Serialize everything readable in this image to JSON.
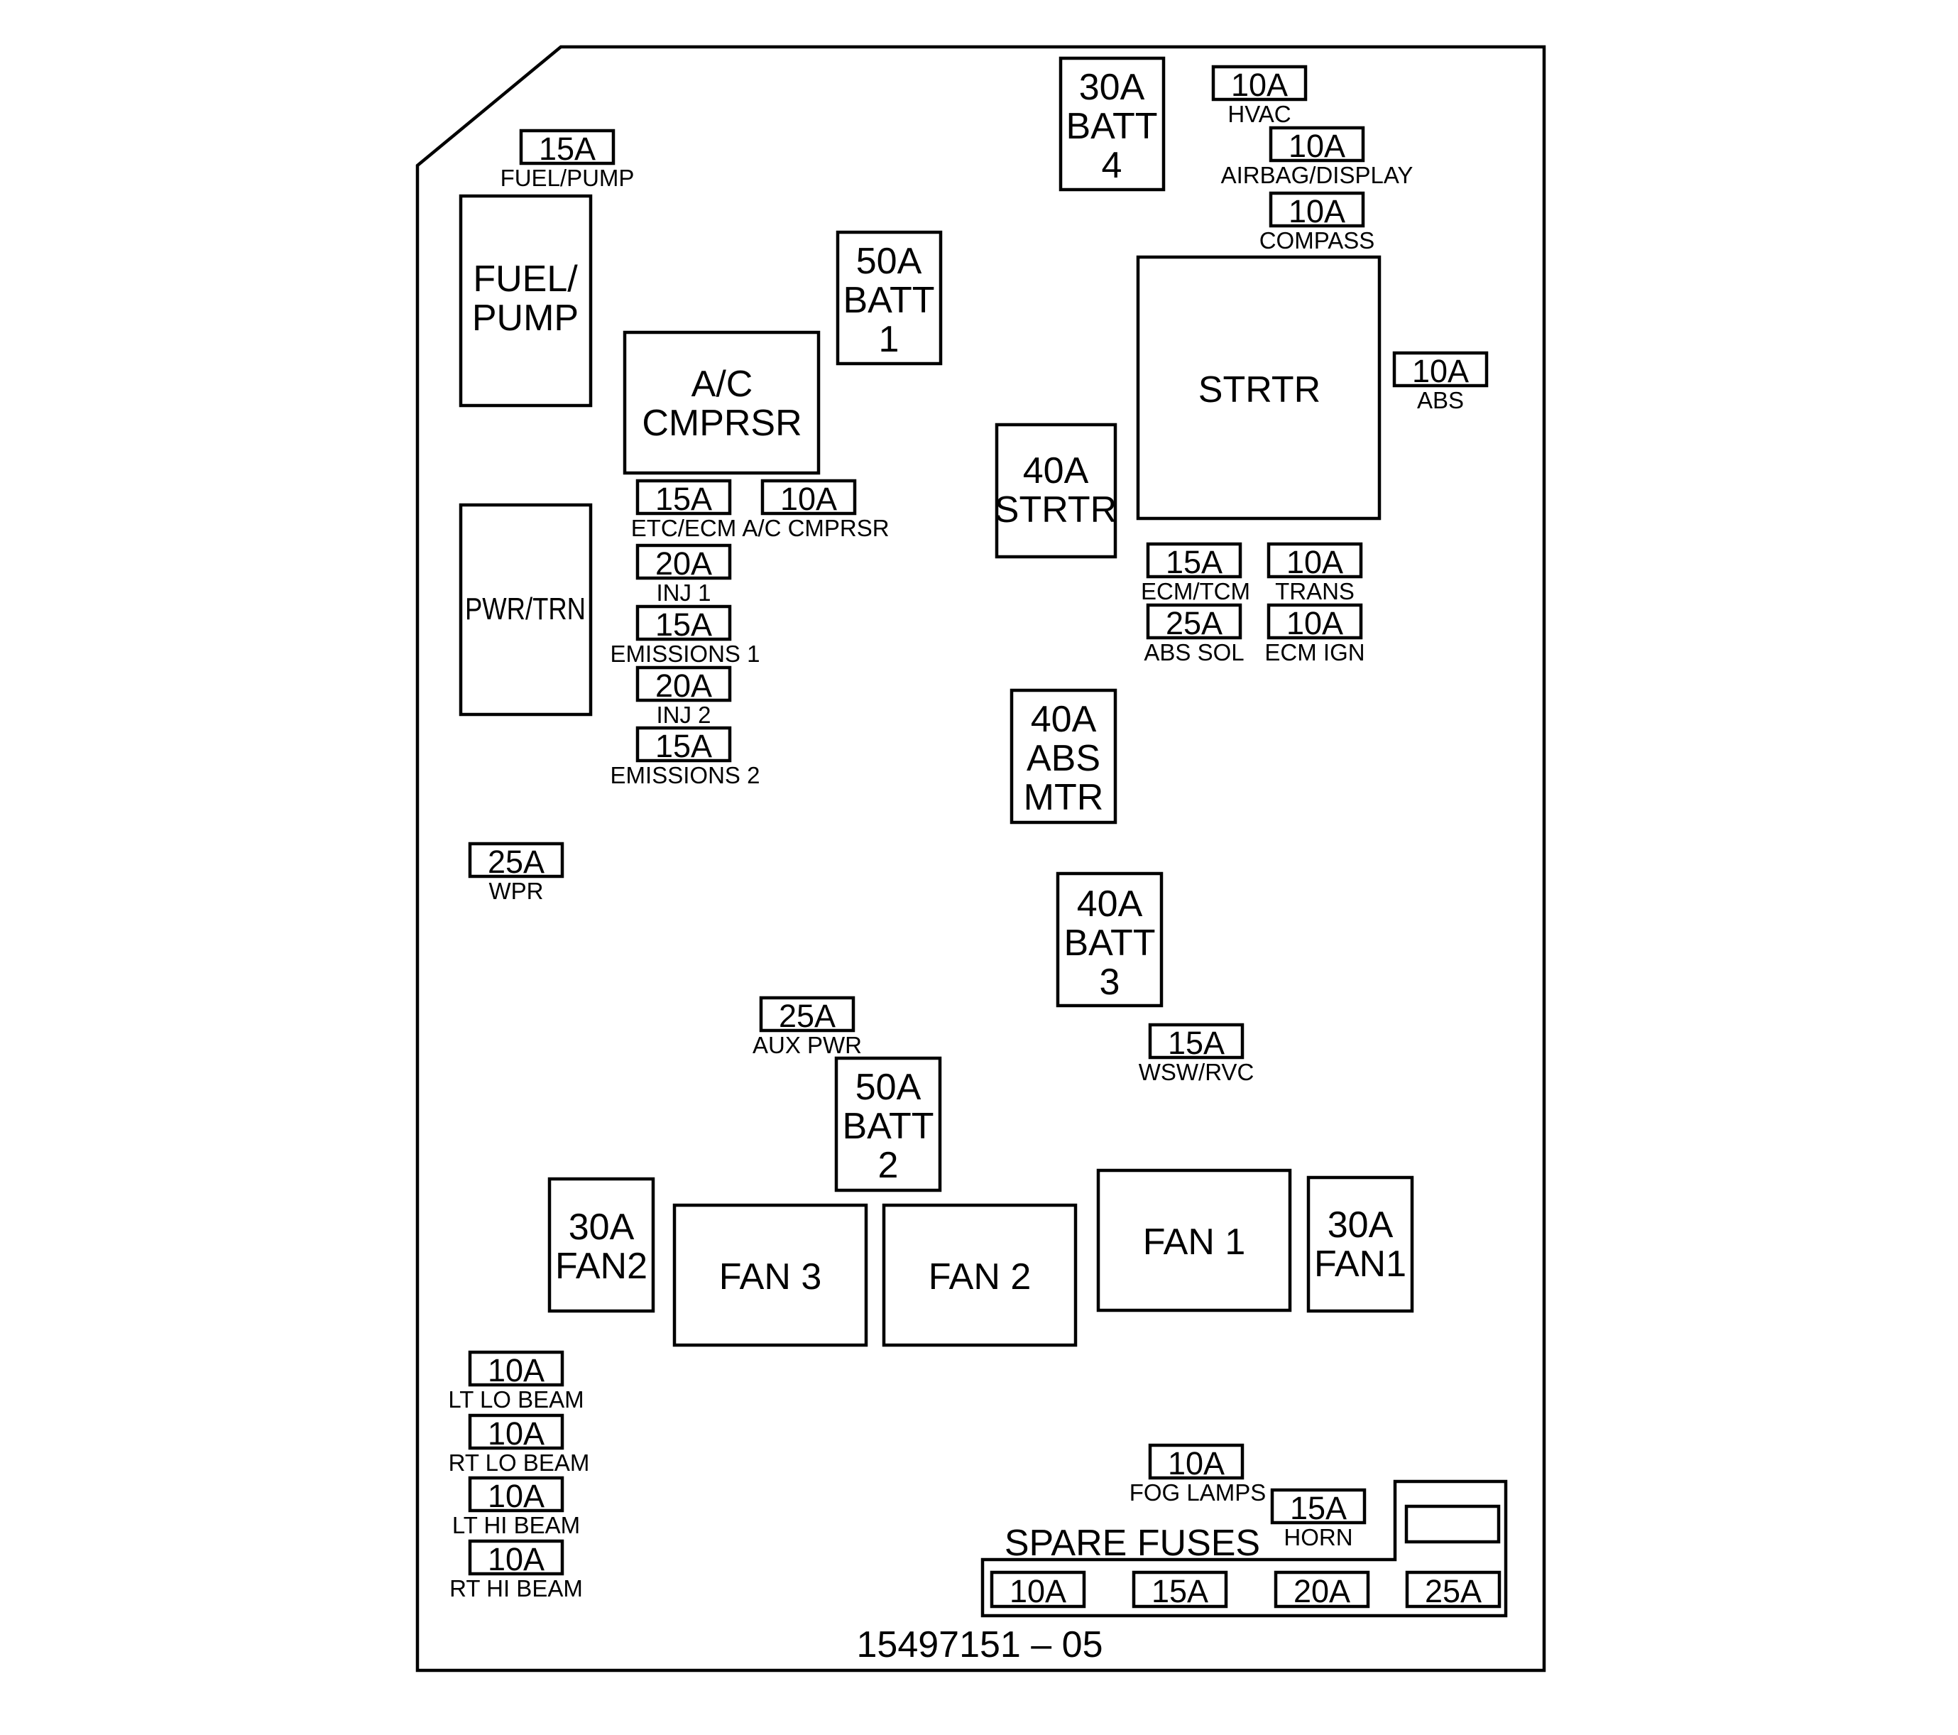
{
  "colors": {
    "line": "#000000",
    "background": "#ffffff"
  },
  "part_number": "15497151 – 05",
  "spare_title": "SPARE FUSES",
  "relays": {
    "fuel_pump": [
      "FUEL/",
      "PUMP"
    ],
    "ac_cmprsr": [
      "A/C",
      "CMPRSR"
    ],
    "pwr_trn": [
      "PWR/TRN"
    ],
    "strtr": [
      "STRTR"
    ],
    "fan3": [
      "FAN 3"
    ],
    "fan2": [
      "FAN 2"
    ],
    "fan1": [
      "FAN 1"
    ]
  },
  "cartridges": {
    "batt4": [
      "30A",
      "BATT",
      "4"
    ],
    "batt1": [
      "50A",
      "BATT",
      "1"
    ],
    "strtr40": [
      "40A",
      "STRTR"
    ],
    "abs_mtr": [
      "40A",
      "ABS",
      "MTR"
    ],
    "batt3": [
      "40A",
      "BATT",
      "3"
    ],
    "batt2": [
      "50A",
      "BATT",
      "2"
    ],
    "fan2_30": [
      "30A",
      "FAN2"
    ],
    "fan1_30": [
      "30A",
      "FAN1"
    ]
  },
  "fuses": {
    "fuel_pump": {
      "amp": "15A",
      "label": "FUEL/PUMP"
    },
    "hvac": {
      "amp": "10A",
      "label": "HVAC"
    },
    "airbag": {
      "amp": "10A",
      "label": "AIRBAG/DISPLAY"
    },
    "compass": {
      "amp": "10A",
      "label": "COMPASS"
    },
    "abs": {
      "amp": "10A",
      "label": "ABS"
    },
    "etc_ecm": {
      "amp": "15A",
      "label": "ETC/ECM"
    },
    "ac_cmprsr": {
      "amp": "10A",
      "label": "A/C CMPRSR"
    },
    "inj1": {
      "amp": "20A",
      "label": "INJ 1"
    },
    "emissions1": {
      "amp": "15A",
      "label": "EMISSIONS 1"
    },
    "inj2": {
      "amp": "20A",
      "label": "INJ 2"
    },
    "emissions2": {
      "amp": "15A",
      "label": "EMISSIONS 2"
    },
    "ecm_tcm": {
      "amp": "15A",
      "label": "ECM/TCM"
    },
    "trans": {
      "amp": "10A",
      "label": "TRANS"
    },
    "abs_sol": {
      "amp": "25A",
      "label": "ABS SOL"
    },
    "ecm_ign": {
      "amp": "10A",
      "label": "ECM IGN"
    },
    "wpr": {
      "amp": "25A",
      "label": "WPR"
    },
    "aux_pwr": {
      "amp": "25A",
      "label": "AUX PWR"
    },
    "wsw_rvc": {
      "amp": "15A",
      "label": "WSW/RVC"
    },
    "lt_lo": {
      "amp": "10A",
      "label": "LT LO BEAM"
    },
    "rt_lo": {
      "amp": "10A",
      "label": "RT LO BEAM"
    },
    "lt_hi": {
      "amp": "10A",
      "label": "LT HI BEAM"
    },
    "rt_hi": {
      "amp": "10A",
      "label": "RT HI BEAM"
    },
    "fog": {
      "amp": "10A",
      "label": "FOG LAMPS"
    },
    "horn": {
      "amp": "15A",
      "label": "HORN"
    }
  },
  "spares": [
    "10A",
    "15A",
    "20A",
    "25A"
  ]
}
